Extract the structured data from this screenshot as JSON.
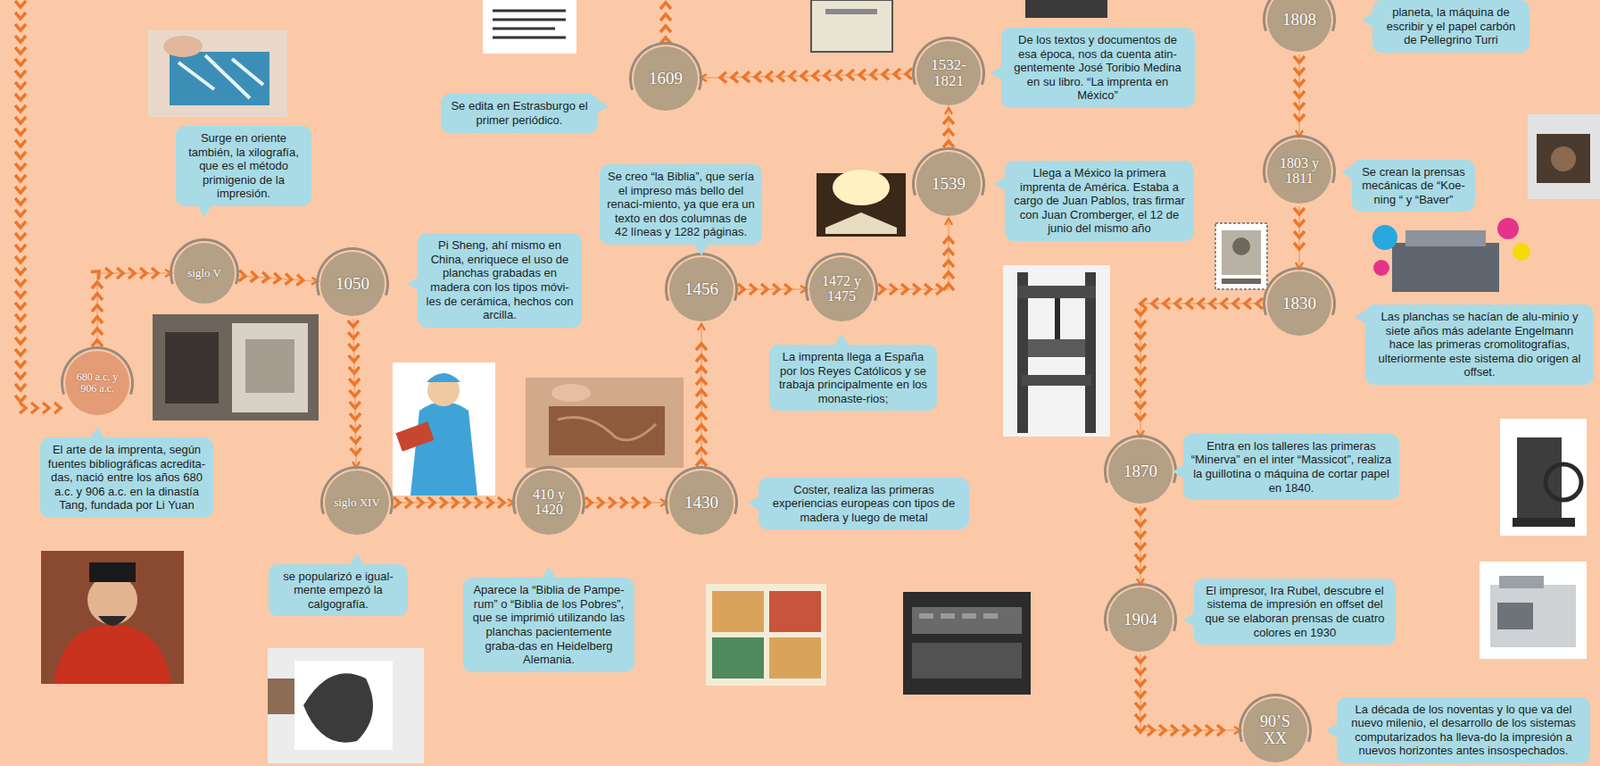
{
  "diagram": {
    "nodes": [
      {
        "text": [
          "680 a.c. y 906 a.c."
        ]
      },
      {
        "text": [
          "El arte de la imprenta, según fuentes bibliográficas acredita-das, nació entre los años 680 a.c. y 906 a.c. en la dinastía Tang, fundada por Li Yuan"
        ]
      },
      {
        "text": [
          "siglo V"
        ]
      },
      {
        "text": [
          "Surge en oriente también, la xilografía, que es el método primigenio de la impresión."
        ]
      },
      {
        "text": [
          "1050"
        ]
      },
      {
        "text": [
          "Pi Sheng, ahí mismo en China, enriquece el uso de planchas grabadas en madera con los tipos móvi-les de cerámica, hechos con arcilla."
        ]
      },
      {
        "text": [
          "siglo XIV"
        ]
      },
      {
        "text": [
          "se popularizó e igual-mente empezó la calgografía."
        ]
      },
      {
        "text": [
          "410 y 1420"
        ]
      },
      {
        "text": [
          "Aparece la “Biblia de Pampe-rum” o “Biblia de los Pobres”, que se imprimió utilizando las planchas pacientemente graba-das en Heidelberg Alemania."
        ]
      },
      {
        "text": [
          "1430"
        ]
      },
      {
        "text": [
          "Coster, realiza las primeras experiencias europeas con tipos de madera y luego de metal"
        ]
      },
      {
        "text": [
          "1456"
        ]
      },
      {
        "text": [
          "Se creo “la Biblia”, que sería el impreso más bello del renaci-miento, ya que era un texto en dos columnas de 42 líneas y 1282 páginas."
        ]
      },
      {
        "text": [
          "1472 y 1475"
        ]
      },
      {
        "text": [
          "La imprenta llega a España por los Reyes Católicos y se trabaja principalmente en los monaste-rios;"
        ]
      },
      {
        "text": [
          "1539"
        ]
      },
      {
        "text": [
          "Llega a México la primera imprenta de América. Estaba a cargo de Juan Pablos, tras firmar con Juan Cromberger, el 12 de junio del mismo año"
        ]
      },
      {
        "text": [
          "1532-1821"
        ]
      },
      {
        "text": [
          "De los textos y documentos de esa época, nos da cuenta atin-gentemente José Toribio Medina en su libro. “La imprenta en México”"
        ]
      },
      {
        "text": [
          "1609"
        ]
      },
      {
        "text": [
          "Se edita en Estrasburgo el primer periódico."
        ]
      },
      {
        "text": [
          "1808"
        ]
      },
      {
        "text": [
          "planeta, la máquina de escribir y el papel carbón de Pellegrino Turri"
        ]
      },
      {
        "text": [
          "1803 y 1811"
        ]
      },
      {
        "text": [
          "Se crean la prensas mecánicas de “Koe-ning “ y “Baver”"
        ]
      },
      {
        "text": [
          "1830"
        ]
      },
      {
        "text": [
          "Las planchas se hacían de alu-minio y siete años más adelante Engelmann hace las primeras cromolitografías, ulteriormente este sistema dio origen al offset."
        ]
      },
      {
        "text": [
          "1870"
        ]
      },
      {
        "text": [
          "Entra en los talleres las primeras “Minerva” en el inter “Massicot”, realiza la guillotina o máquina de cortar papel en 1840."
        ]
      },
      {
        "text": [
          "1904"
        ]
      },
      {
        "text": [
          "El impresor, Ira Rubel, descubre el sistema de impresión en offset del que se elaboran prensas de cuatro colores en 1930"
        ]
      },
      {
        "text": [
          "90’S XX"
        ]
      },
      {
        "text": [
          "La década de los noventas y lo que va del nuevo milenio, el desarrollo de los sistemas computarizados ha lleva-do la impresión a nuevos horizontes antes insospechados."
        ]
      }
    ],
    "edges": [
      {
        "from": 0,
        "to": 2,
        "arrow": "to"
      },
      {
        "from": 2,
        "to": 4,
        "arrow": "to"
      },
      {
        "from": 4,
        "to": 6,
        "arrow": "to"
      },
      {
        "from": 6,
        "to": 8,
        "arrow": "to"
      },
      {
        "from": 8,
        "to": 10,
        "arrow": "to"
      },
      {
        "from": 10,
        "to": 12,
        "arrow": "to"
      },
      {
        "from": 12,
        "to": 14,
        "arrow": "to"
      },
      {
        "from": 14,
        "to": 16,
        "arrow": "to"
      },
      {
        "from": 16,
        "to": 18,
        "arrow": "to"
      },
      {
        "from": 18,
        "to": 20,
        "arrow": "to"
      },
      {
        "from": 22,
        "to": 24,
        "arrow": "to"
      },
      {
        "from": 24,
        "to": 26,
        "arrow": "to"
      },
      {
        "from": 26,
        "to": 28,
        "arrow": "to"
      },
      {
        "from": 28,
        "to": 30,
        "arrow": "to"
      },
      {
        "from": 30,
        "to": 32,
        "arrow": "to"
      }
    ]
  }
}
